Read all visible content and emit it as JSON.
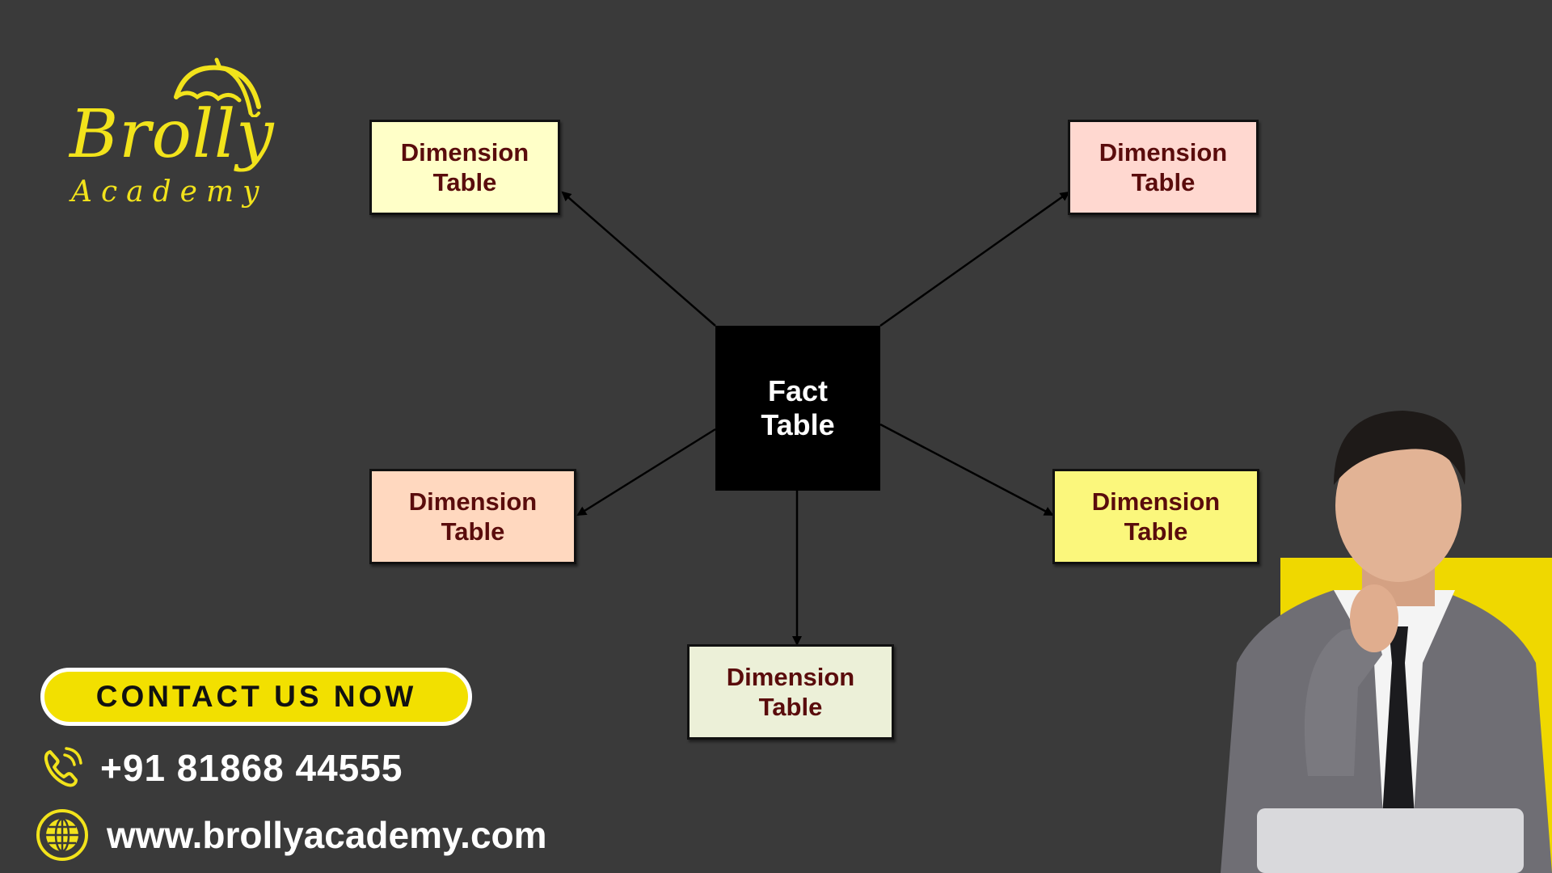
{
  "brand": {
    "name": "Brolly",
    "subtitle": "Academy",
    "color": "#f2e31b"
  },
  "diagram": {
    "center": {
      "label_line1": "Fact",
      "label_line2": "Table",
      "fill": "#000000"
    },
    "dimensions": [
      {
        "line1": "Dimension",
        "line2": "Table",
        "fill": "#ffffc8"
      },
      {
        "line1": "Dimension",
        "line2": "Table",
        "fill": "#ffd8d0"
      },
      {
        "line1": "Dimension",
        "line2": "Table",
        "fill": "#ffd8bf"
      },
      {
        "line1": "Dimension",
        "line2": "Table",
        "fill": "#fbf77c"
      },
      {
        "line1": "Dimension",
        "line2": "Table",
        "fill": "#ecf0d8"
      }
    ]
  },
  "contact": {
    "button_label": "CONTACT US NOW",
    "phone": "+91 81868 44555",
    "website": "www.brollyacademy.com",
    "accent": "#f2e000"
  }
}
